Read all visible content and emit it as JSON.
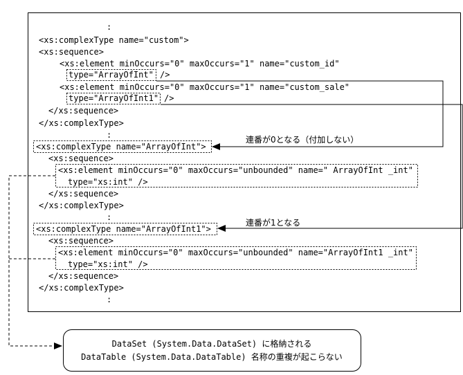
{
  "code_lines": {
    "l01": ":",
    "l02": "<xs:complexType name=\"custom\">",
    "l03": "<xs:sequence>",
    "l04": "<xs:element minOccurs=\"0\" maxOccurs=\"1\" name=\"custom_id\"",
    "l05": "type=\"ArrayOfInt\"",
    "l05b": "/>",
    "l06": "<xs:element minOccurs=\"0\" maxOccurs=\"1\" name=\"custom_sale\"",
    "l07": "type=\"ArrayOfInt1\"",
    "l07b": "/>",
    "l08": "</xs:sequence>",
    "l09": "</xs:complexType>",
    "l10": ":",
    "l11": "<xs:complexType name=\"ArrayOfInt\">",
    "l12": "<xs:sequence>",
    "l13": "<xs:element minOccurs=\"0\" maxOccurs=\"unbounded\" name=\" ArrayOfInt _int\"",
    "l14": "type=\"xs:int\" />",
    "l15": "</xs:sequence>",
    "l16": "</xs:complexType>",
    "l17": ":",
    "l18": "<xs:complexType name=\"ArrayOfInt1\">",
    "l19": "<xs:sequence>",
    "l20": "<xs:element minOccurs=\"0\" maxOccurs=\"unbounded\" name=\"ArrayOfInt1 _int\"",
    "l21": "type=\"xs:int\" />",
    "l22": "</xs:sequence>",
    "l23": "</xs:complexType>",
    "l24": ":"
  },
  "annotations": {
    "seq_zero": "連番が0となる（付加しない）",
    "seq_one": "連番が1となる"
  },
  "note": {
    "line1": "DataSet (System.Data.DataSet) に格納される",
    "line2": "DataTable (System.Data.DataTable) 名称の重複が起こらない"
  }
}
